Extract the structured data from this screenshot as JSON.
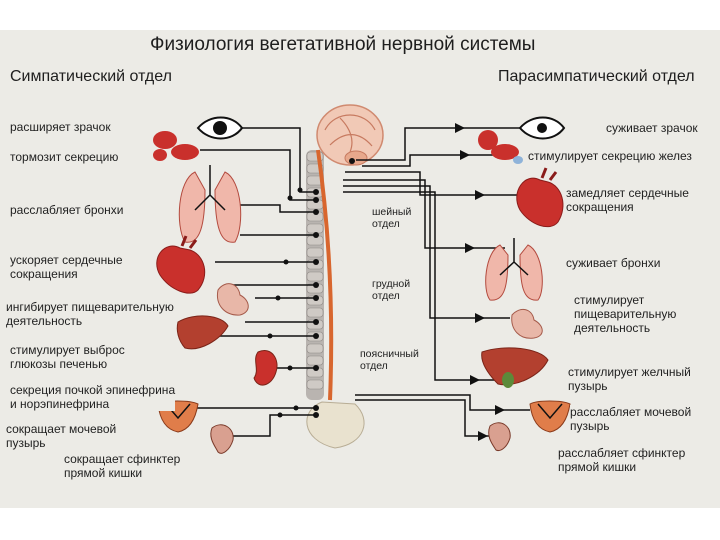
{
  "title": "Физиология вегетативной нервной системы",
  "sympathetic": {
    "header": "Симпатический отдел",
    "effects": [
      "расширяет зрачок",
      "тормозит секрецию",
      "расслабляет бронхи",
      "ускоряет сердечные\nсокращения",
      "ингибирует пищеварительную\nдеятельность",
      "стимулирует выброс\nглюкозы печенью",
      "секреция почкой эпинефрина\nи норэпинефрина",
      "сокращает мочевой\nпузырь",
      "сокращает сфинктер\nпрямой кишки"
    ]
  },
  "parasympathetic": {
    "header": "Парасимпатический отдел",
    "effects": [
      "суживает зрачок",
      "стимулирует секрецию желез",
      "замедляет сердечные\nсокращения",
      "суживает бронхи",
      "стимулирует\nпищеварительную\nдеятельность",
      "стимулирует желчный\nпузырь",
      "расслабляет мочевой\nпузырь",
      "расслабляет сфинктер\nпрямой кишки"
    ]
  },
  "spine_sections": [
    "шейный\nотдел",
    "грудной\nотдел",
    "поясничный\nотдел"
  ],
  "colors": {
    "background": "#ecebe6",
    "organ": "#c9302c",
    "line": "#111111",
    "spine": "#b9b4b0",
    "cord": "#d8662e"
  }
}
